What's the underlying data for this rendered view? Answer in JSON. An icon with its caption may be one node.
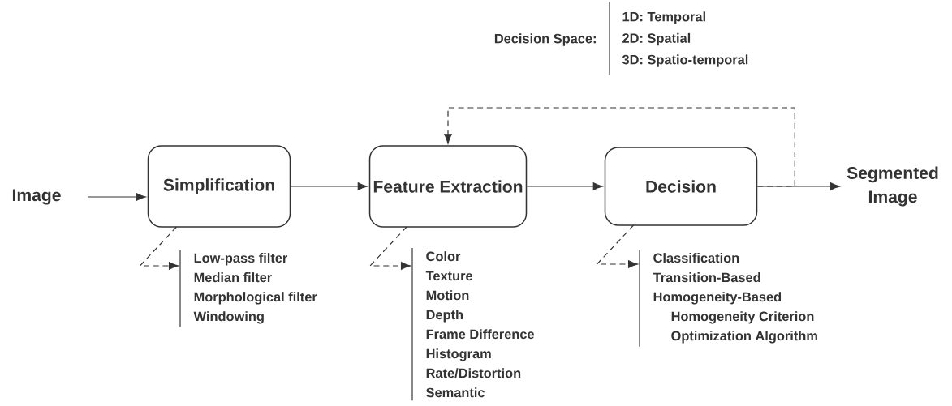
{
  "diagram": {
    "nodes": [
      {
        "text": [
          "Image"
        ]
      },
      {
        "text": [
          "Simplification"
        ]
      },
      {
        "text": [
          "Feature Extraction"
        ]
      },
      {
        "text": [
          "Decision"
        ]
      },
      {
        "text": [
          "Segmented Image"
        ]
      },
      {
        "text": [
          "Low-pass filter",
          "Median filter",
          "Morphological filter",
          "Windowing"
        ]
      },
      {
        "text": [
          "Color",
          "Texture",
          "Motion",
          "Depth",
          "Frame Difference",
          "Histogram",
          "Rate/Distortion",
          "Semantic"
        ]
      },
      {
        "text": [
          "Classification",
          "Transition-Based",
          "Homogeneity-Based",
          "Homogeneity Criterion",
          "Optimization Algorithm"
        ]
      }
    ],
    "edges": [
      {
        "from": 0,
        "to": 1,
        "arrow": "to"
      },
      {
        "from": 1,
        "to": 2,
        "arrow": "to"
      },
      {
        "from": 2,
        "to": 3,
        "arrow": "to"
      },
      {
        "from": 3,
        "to": 4,
        "arrow": "to"
      },
      {
        "from": 3,
        "to": 2,
        "arrow": "to",
        "style": "dashed"
      },
      {
        "from": 1,
        "to": 5,
        "arrow": "to",
        "style": "dashed"
      },
      {
        "from": 2,
        "to": 6,
        "arrow": "to",
        "style": "dashed"
      },
      {
        "from": 3,
        "to": 7,
        "arrow": "to",
        "style": "dashed"
      }
    ],
    "labels": [
      "Decision Space:",
      "1D: Temporal",
      "2D: Spatial",
      "3D: Spatio-temporal"
    ]
  }
}
